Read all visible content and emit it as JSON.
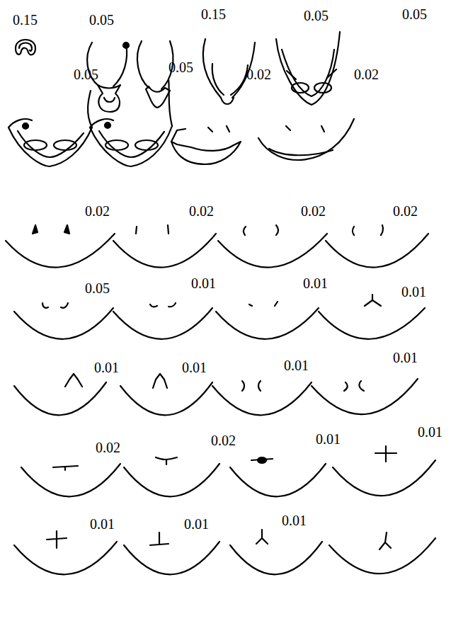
{
  "diagram": {
    "labels": [
      "0.15",
      "0.05",
      "0.15",
      "0.05",
      "0.05",
      "0.05",
      "0.05",
      "0.02",
      "0.02",
      "0.02",
      "0.02",
      "0.02",
      "0.02",
      "0.05",
      "0.01",
      "0.01",
      "0.01",
      "0.01",
      "0.01",
      "0.01",
      "0.01",
      "0.02",
      "0.02",
      "0.01",
      "0.01",
      "0.01",
      "0.01",
      "0.01"
    ]
  }
}
